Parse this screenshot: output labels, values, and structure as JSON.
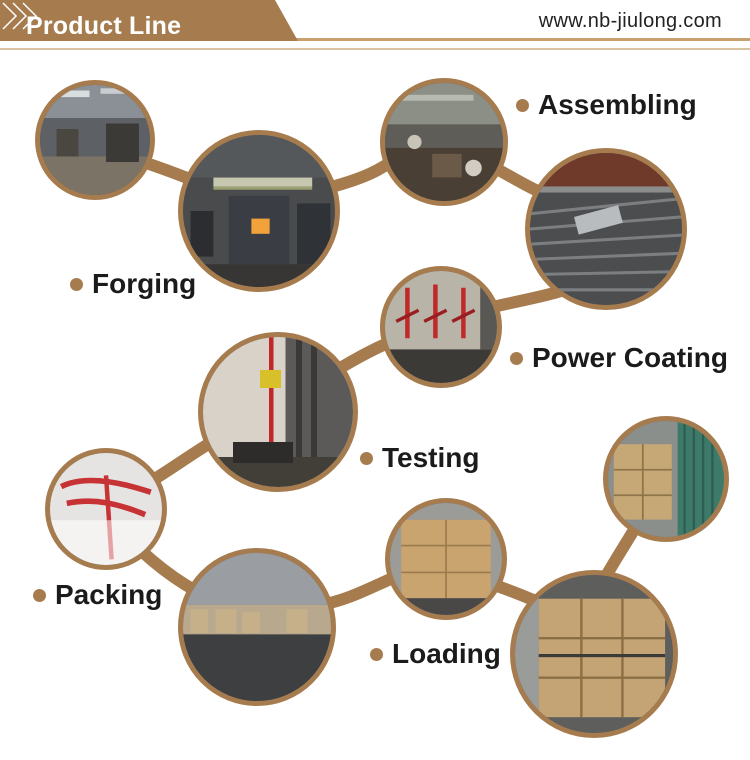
{
  "header": {
    "title": "Product Line",
    "url": "nb-jiulong.com",
    "url_prefix": "www.",
    "url_full": "www.nb-jiulong.com",
    "bar_color": "#a67c4e",
    "accent_color": "#c9a06c"
  },
  "steps": [
    {
      "label": "Forging"
    },
    {
      "label": "Assembling"
    },
    {
      "label": "Power Coating"
    },
    {
      "label": "Testing"
    },
    {
      "label": "Packing"
    },
    {
      "label": "Loading"
    }
  ],
  "photos": [
    {
      "icon": "factory-floor-photo"
    },
    {
      "icon": "forging-press-photo"
    },
    {
      "icon": "assembling-workers-photo"
    },
    {
      "icon": "coated-chains-photo"
    },
    {
      "icon": "red-binders-rack-photo"
    },
    {
      "icon": "load-binder-test-photo"
    },
    {
      "icon": "bagged-binders-photo"
    },
    {
      "icon": "warehouse-pallets-photo"
    },
    {
      "icon": "cartons-pallet-photo"
    },
    {
      "icon": "container-loading-photo"
    },
    {
      "icon": "cartons-in-container-photo"
    }
  ]
}
